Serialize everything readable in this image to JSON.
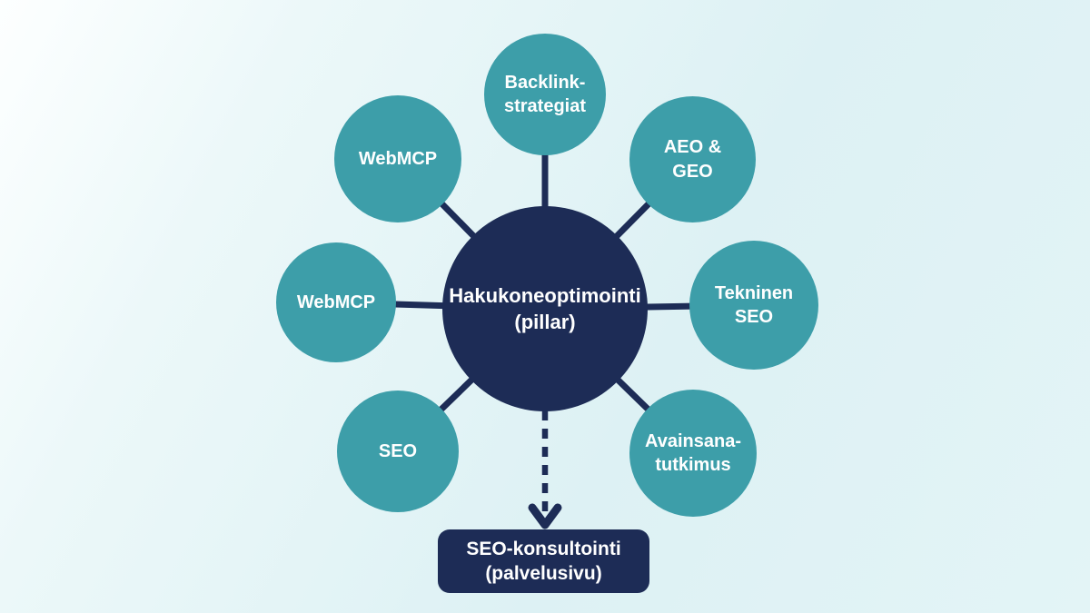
{
  "colors": {
    "background": "#e3f3f5",
    "node_teal": "#3d9ea9",
    "node_navy": "#1d2c56",
    "connector": "#1d2c56",
    "text": "#ffffff"
  },
  "diagram": {
    "center": {
      "lines": [
        "Hakukoneoptimointi",
        "(pillar)"
      ]
    },
    "satellites": [
      {
        "id": "backlink-strategiat",
        "lines": [
          "Backlink-",
          "strategiat"
        ]
      },
      {
        "id": "aeo-geo",
        "lines": [
          "AEO &",
          "GEO"
        ]
      },
      {
        "id": "tekninen-seo",
        "lines": [
          "Tekninen",
          "SEO"
        ]
      },
      {
        "id": "avainsana-tutkimus",
        "lines": [
          "Avainsana-",
          "tutkimus"
        ]
      },
      {
        "id": "seo",
        "lines": [
          "SEO"
        ]
      },
      {
        "id": "webmcp-left",
        "lines": [
          "WebMCP"
        ]
      },
      {
        "id": "webmcp-top-left",
        "lines": [
          "WebMCP"
        ]
      }
    ],
    "target": {
      "lines": [
        "SEO-konsultointi",
        "(palvelusivu)"
      ]
    }
  }
}
